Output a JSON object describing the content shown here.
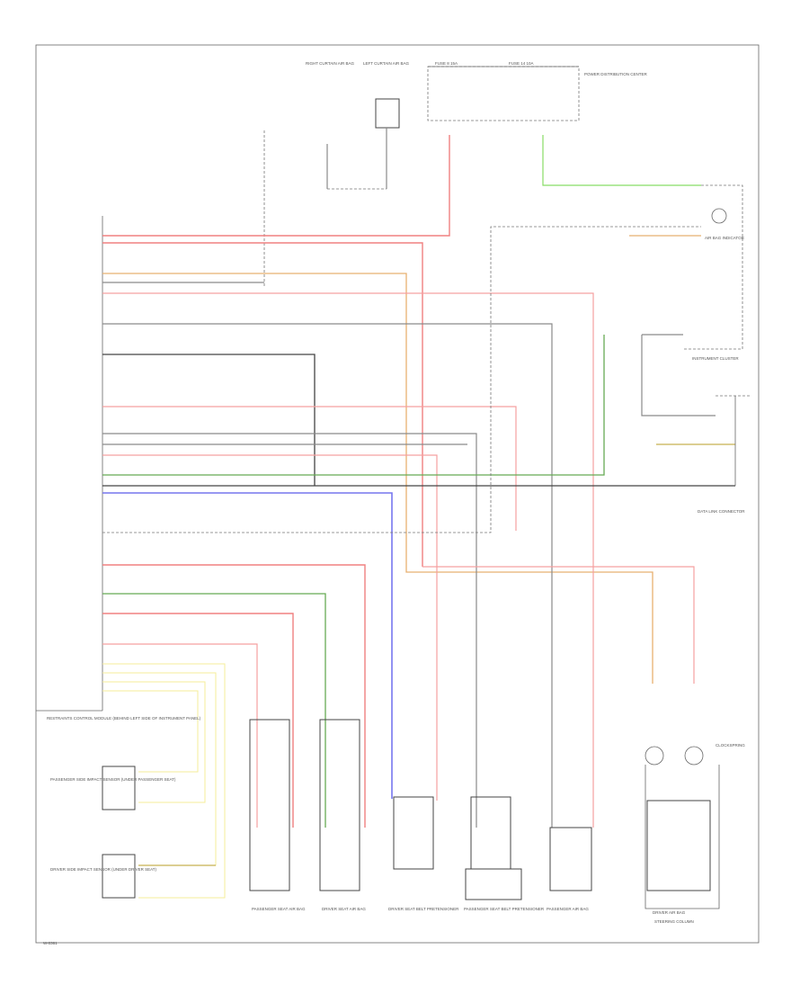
{
  "diagram": {
    "footer_code": "W-0361",
    "components": {
      "control_module": "RESTRAINTS CONTROL MODULE (BEHIND LEFT SIDE OF INSTRUMENT PANEL)",
      "passenger_sensor": "PASSENGER SIDE IMPACT SENSOR (UNDER PASSENGER SEAT)",
      "driver_sensor": "DRIVER SIDE IMPACT SENSOR (UNDER DRIVER SEAT)",
      "clockspring": "CLOCKSPRING",
      "driver_air_bag": "DRIVER AIR BAG",
      "steering_column": "STEERING COLUMN",
      "instrument_cluster": "INSTRUMENT CLUSTER",
      "air_bag_indicator": "AIR BAG INDICATOR",
      "fuse_box_left": "FUSE 8 15A",
      "fuse_box_right": "FUSE 14 10A",
      "power_distribution": "POWER DISTRIBUTION CENTER",
      "datalink": "DATA LINK CONNECTOR",
      "passenger_air_bag": "PASSENGER AIR BAG",
      "left_curtain": "LEFT CURTAIN AIR BAG",
      "right_curtain": "RIGHT CURTAIN AIR BAG",
      "driver_pretensioner": "DRIVER SEAT BELT PRETENSIONER",
      "passenger_pretensioner": "PASSENGER SEAT BELT PRETENSIONER",
      "passenger_seat_air_bag": "PASSENGER SEAT AIR BAG",
      "driver_seat_air_bag": "DRIVER SEAT AIR BAG"
    }
  }
}
